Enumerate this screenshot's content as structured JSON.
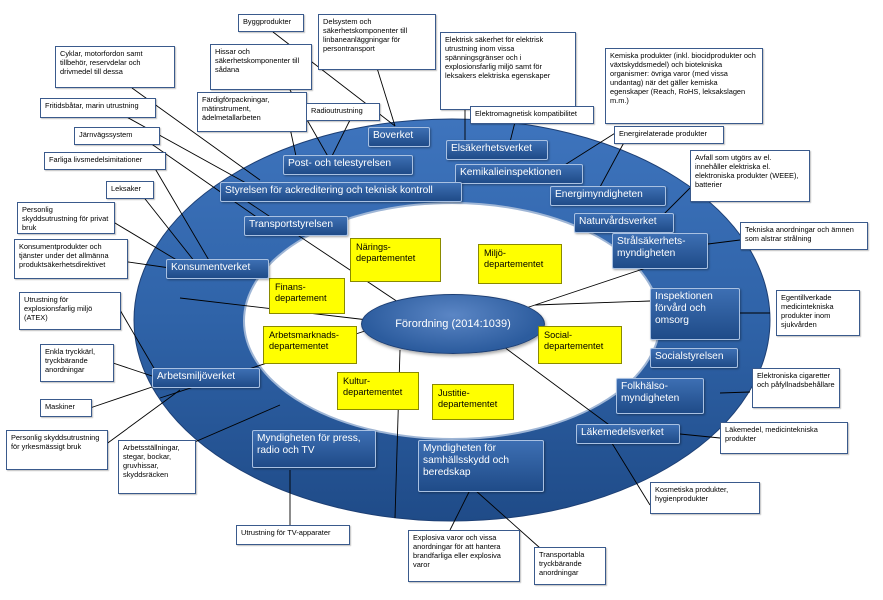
{
  "center": "Förordning (2014:1039)",
  "colors": {
    "ring": "#2f63a8",
    "agency": "#2a5b9b",
    "department": "#ffff00",
    "line": "#000000"
  },
  "departments": {
    "narings": "Närings-\ndepartementet",
    "miljo": "Miljö-\ndepartementet",
    "finans": "Finans-\ndepartement",
    "arbetsmarknad": "Arbetsmarknads-\ndepartementet",
    "social": "Social-\ndepartementet",
    "kultur": "Kultur-\ndepartementet",
    "justitie": "Justitie-\ndepartementet"
  },
  "agencies": {
    "boverket": "Boverket",
    "post_tele": "Post- och telestyrelsen",
    "elsakerhet": "Elsäkerhetsverket",
    "kemikalie": "Kemikalieinspektionen",
    "swedac": "Styrelsen för ackreditering och teknisk kontroll",
    "energi": "Energimyndigheten",
    "transport": "Transportstyrelsen",
    "naturvard": "Naturvårdsverket",
    "stralsakerhet": "Strålsäkerhets-\nmyndigheten",
    "konsument": "Konsumentverket",
    "ivo": "Inspektionen\nförvård och\nomsorg",
    "socialstyrelsen": "Socialstyrelsen",
    "arbetsmiljo": "Arbetsmiljöverket",
    "folkhalso": "Folkhälso-\nmyndigheten",
    "lakemedel": "Läkemedelsverket",
    "press": "Myndigheten för press,\nradio och TV",
    "msb": "Myndigheten för\nsamhällsskydd och\nberedskap"
  },
  "labels": {
    "byggprodukter": "Byggprodukter",
    "delsystem": "Delsystem och säkerhetskomponenter till linbaneanläggningar för persontransport",
    "elektrisk": "Elektrisk säkerhet för elektrisk utrustning inom vissa spänningsgränser och i explosionsfarlig miljö samt för leksakers elektriska egenskaper",
    "cyklar": "Cyklar, motorfordon samt tillbehör, reservdelar och drivmedel till dessa",
    "hissar": "Hissar och säkerhetskomponenter till sådana",
    "kemiska": "Kemiska produkter (inkl. biocidprodukter och växtskyddsmedel) och biotekniska organismer: övriga varor (med vissa undantag) när det gäller kemiska egenskaper (Reach, RoHS, leksakslagen m.m.)",
    "fritidsbatar": "Fritidsbåtar, marin utrustning",
    "fardigforpackningar": "Färdigförpackningar, mätinstrument, ädelmetallarbeten",
    "radioutrustning": "Radioutrustning",
    "emc": "Elektromagnetisk kompatibilitet",
    "energirelaterade": "Energirelaterade produkter",
    "jarnvag": "Järnvägssystem",
    "farliga_livsmedel": "Farliga livsmedelsimitationer",
    "avfall": "Avfall som utgörs av el. innehåller elektriska el. elektroniska produkter (WEEE), batterier",
    "leksaker": "Leksaker",
    "personlig_privat": "Personlig skyddsutrustning för privat bruk",
    "tekniska": "Tekniska anordningar och ämnen som alstrar strålning",
    "konsumentprodukter": "Konsumentprodukter och tjänster under det allmänna produktsäkerhetsdirektivet",
    "atex": "Utrustning för explosionsfarlig miljö (ATEX)",
    "egentillverkade": "Egentillverkade medicintekniska produkter inom sjukvården",
    "tryckkarl": "Enkla tryckkärl, tryckbärande anordningar",
    "maskiner": "Maskiner",
    "cigaretter": "Elektroniska cigaretter och påfyllnadsbehållare",
    "personlig_yrkes": "Personlig skyddsutrustning för yrkesmässigt bruk",
    "arbetsstallningar": "Arbetsställningar, stegar, bockar, gruvhissar, skyddsräcken",
    "lakemedel_prod": "Läkemedel, medicintekniska produkter",
    "kosmetiska": "Kosmetiska produkter, hygienprodukter",
    "tv_apparater": "Utrustning för TV-apparater",
    "explosiva": "Explosiva varor och vissa anordningar för att hantera brandfarliga eller explosiva varor",
    "transportabla": "Transportabla tryckbärande anordningar"
  }
}
